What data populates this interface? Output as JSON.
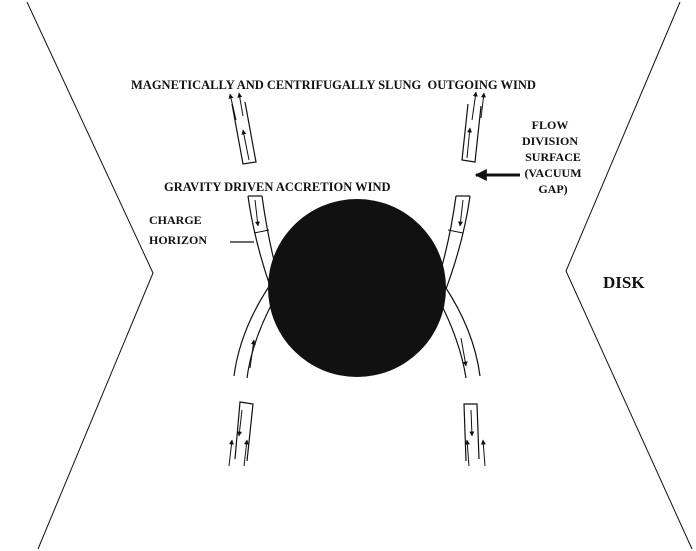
{
  "labels": {
    "outgoing_wind": "MAGNETICALLY AND CENTRIFUGALLY SLUNG  OUTGOING WIND",
    "accretion_wind": "GRAVITY DRIVEN ACCRETION WIND",
    "charge_horizon_1": "CHARGE",
    "charge_horizon_2": "HORIZON",
    "flow_division_1": "FLOW",
    "flow_division_2": "DIVISION",
    "flow_division_3": "SURFACE",
    "flow_division_4": "(VACUUM",
    "flow_division_5": "GAP)",
    "disk": "DISK"
  },
  "colors": {
    "ink": "#111111",
    "background": "#ffffff"
  }
}
